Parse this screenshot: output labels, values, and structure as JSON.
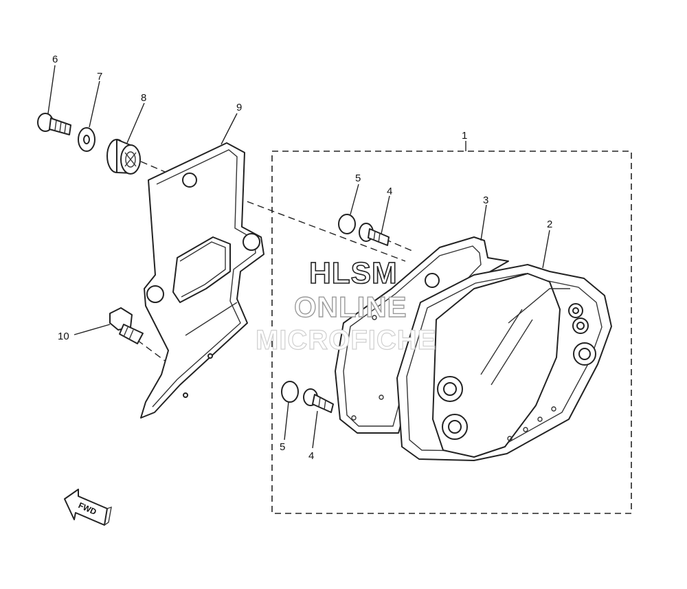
{
  "diagram": {
    "callouts": [
      {
        "id": "c1",
        "label": "1"
      },
      {
        "id": "c2",
        "label": "2"
      },
      {
        "id": "c3",
        "label": "3"
      },
      {
        "id": "c4a",
        "label": "4"
      },
      {
        "id": "c4b",
        "label": "4"
      },
      {
        "id": "c5a",
        "label": "5"
      },
      {
        "id": "c5b",
        "label": "5"
      },
      {
        "id": "c6",
        "label": "6"
      },
      {
        "id": "c7",
        "label": "7"
      },
      {
        "id": "c8",
        "label": "8"
      },
      {
        "id": "c9",
        "label": "9"
      },
      {
        "id": "c10",
        "label": "10"
      }
    ],
    "watermark": {
      "line1": "HLSM",
      "line2": "ONLINE",
      "line3": "MICROFICHE"
    },
    "direction_label": "FWD"
  }
}
